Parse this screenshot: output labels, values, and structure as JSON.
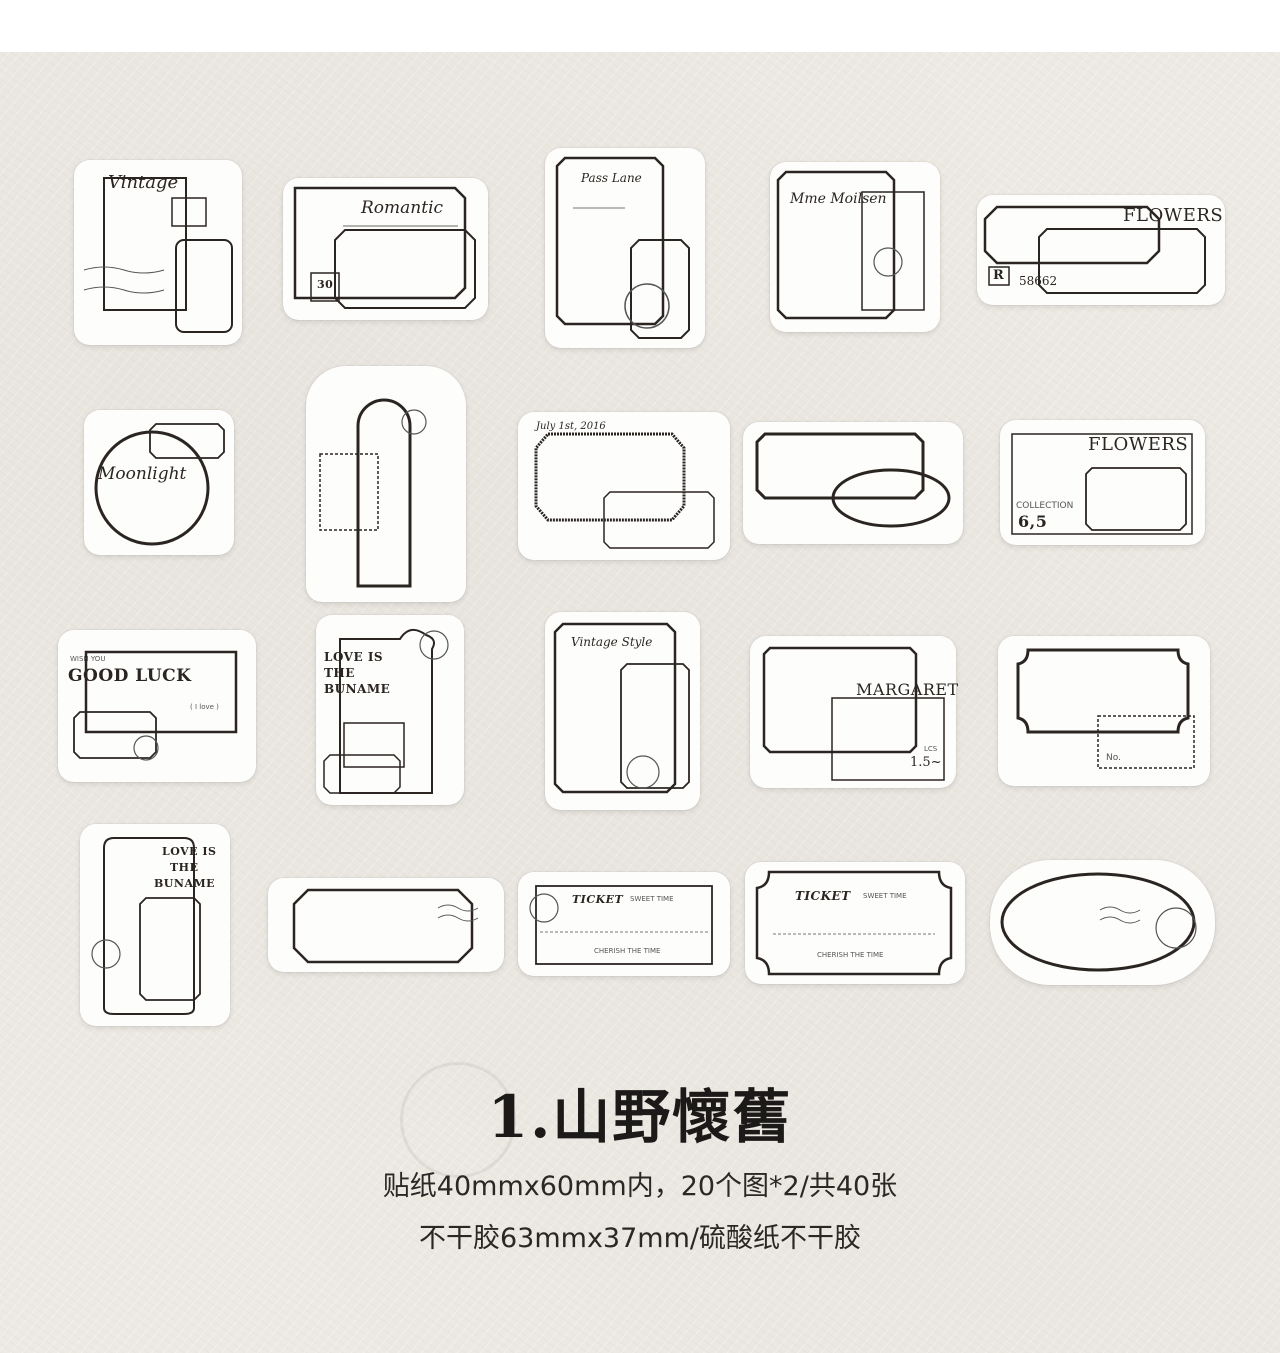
{
  "colors": {
    "paper": "#ede9e3",
    "sticker": "#fdfdfc",
    "ink": "#2b2522"
  },
  "stickers": {
    "s1": {
      "word": "Vintage"
    },
    "s2": {
      "word": "Romantic",
      "number": "30"
    },
    "s3": {
      "word": "Pass Lane"
    },
    "s4": {
      "word": "Mme Moilsen"
    },
    "s5": {
      "word": "FLOWERS",
      "code": "R",
      "number": "58662"
    },
    "s6": {
      "word": "Moonlight"
    },
    "s7": {
      "word": ""
    },
    "s8": {
      "word": "July 1st, 2016"
    },
    "s9": {
      "word": ""
    },
    "s10": {
      "word": "FLOWERS",
      "label": "COLLECTION",
      "number": "6,5"
    },
    "s11": {
      "small": "WISH YOU",
      "word": "GOOD LUCK",
      "note": "( I love )"
    },
    "s12": {
      "line1": "LOVE IS",
      "line2": "THE",
      "line3": "BUNAME"
    },
    "s13": {
      "word": "Vintage Style"
    },
    "s14": {
      "word": "MARGARET",
      "number": "1.5~",
      "label": "LCS"
    },
    "s15": {
      "label": "No."
    },
    "s16": {
      "line1": "LOVE IS",
      "line2": "THE",
      "line3": "BUNAME"
    },
    "s17": {
      "word": ""
    },
    "s18": {
      "word": "TICKET",
      "small": "SWEET TIME",
      "footer": "CHERISH THE TIME"
    },
    "s19": {
      "word": "TICKET",
      "small": "SWEET TIME",
      "footer": "CHERISH THE TIME"
    },
    "s20": {
      "word": ""
    }
  },
  "title": "1.山野懷舊",
  "line1": "贴纸40mmx60mm内，20个图*2/共40张",
  "line2": "不干胶63mmx37mm/硫酸纸不干胶"
}
